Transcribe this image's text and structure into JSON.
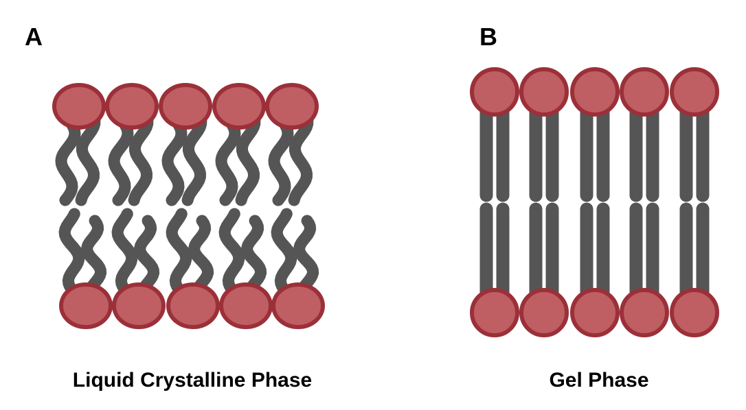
{
  "panels": [
    {
      "letter": "A",
      "caption": "Liquid Crystalline Phase"
    },
    {
      "letter": "B",
      "caption": "Gel Phase"
    }
  ],
  "colors": {
    "head_fill": "#bf5e63",
    "head_stroke": "#9b3039",
    "tail": "#555555"
  },
  "lipids_per_leaflet": 5
}
